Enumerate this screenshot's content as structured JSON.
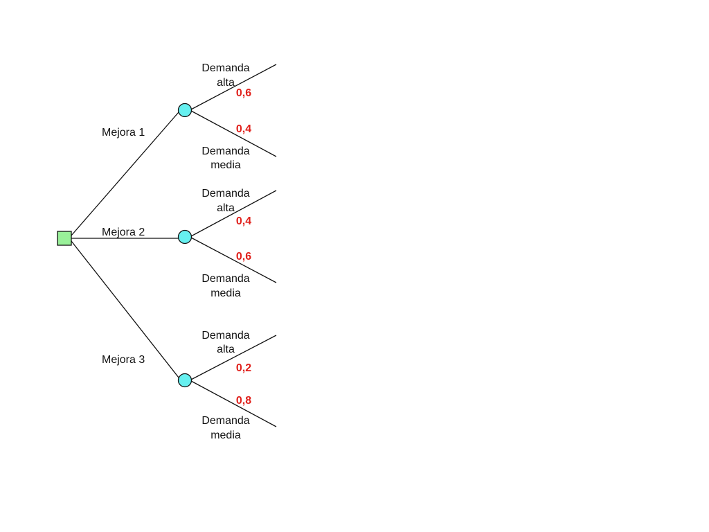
{
  "decision": {
    "node_color": "#99f099",
    "options": [
      {
        "label": "Mejora 1",
        "chance_color": "#66f0f0",
        "branches": [
          {
            "label_line1": "Demanda",
            "label_line2": "alta",
            "probability": "0,6"
          },
          {
            "label_line1": "Demanda",
            "label_line2": "media",
            "probability": "0,4"
          }
        ]
      },
      {
        "label": "Mejora 2",
        "chance_color": "#66f0f0",
        "branches": [
          {
            "label_line1": "Demanda",
            "label_line2": "alta",
            "probability": "0,4"
          },
          {
            "label_line1": "Demanda",
            "label_line2": "media",
            "probability": "0,6"
          }
        ]
      },
      {
        "label": "Mejora 3",
        "chance_color": "#66f0f0",
        "branches": [
          {
            "label_line1": "Demanda",
            "label_line2": "alta",
            "probability": "0,2"
          },
          {
            "label_line1": "Demanda",
            "label_line2": "media",
            "probability": "0,8"
          }
        ]
      }
    ]
  },
  "colors": {
    "probability": "#e0201b",
    "line": "#111111"
  }
}
